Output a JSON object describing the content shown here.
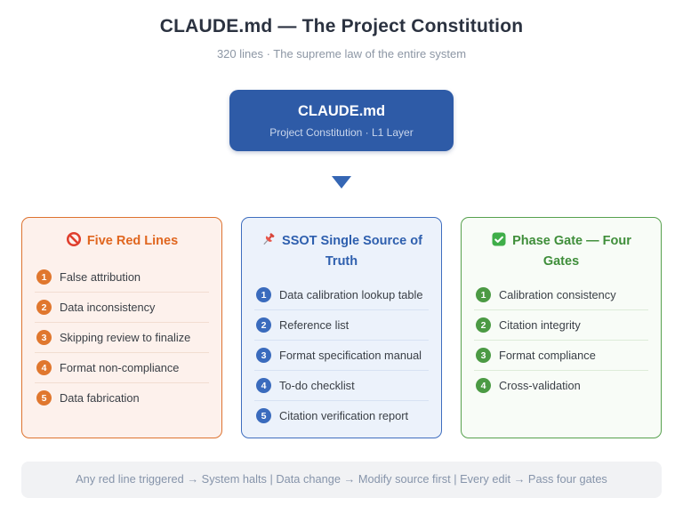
{
  "page": {
    "title": "CLAUDE.md — The Project Constitution",
    "subtitle": "320 lines · The supreme law of the entire system"
  },
  "root_node": {
    "title": "CLAUDE.md",
    "subtitle": "Project Constitution · L1 Layer",
    "color": "#2e5ba7"
  },
  "cards": [
    {
      "icon": "prohibition-icon",
      "title": "Five Red Lines",
      "accent": "#e0661f",
      "items": [
        {
          "n": "1",
          "label": "False attribution"
        },
        {
          "n": "2",
          "label": "Data inconsistency"
        },
        {
          "n": "3",
          "label": "Skipping review to finalize"
        },
        {
          "n": "4",
          "label": "Format non-compliance"
        },
        {
          "n": "5",
          "label": "Data fabrication"
        }
      ]
    },
    {
      "icon": "pushpin-icon",
      "title": "SSOT Single Source of Truth",
      "accent": "#2e5fae",
      "items": [
        {
          "n": "1",
          "label": "Data calibration lookup table"
        },
        {
          "n": "2",
          "label": "Reference list"
        },
        {
          "n": "3",
          "label": "Format specification manual"
        },
        {
          "n": "4",
          "label": "To-do checklist"
        },
        {
          "n": "5",
          "label": "Citation verification report"
        }
      ]
    },
    {
      "icon": "check-icon",
      "title": "Phase Gate — Four Gates",
      "accent": "#3f8e3a",
      "items": [
        {
          "n": "1",
          "label": "Calibration consistency"
        },
        {
          "n": "2",
          "label": "Citation integrity"
        },
        {
          "n": "3",
          "label": "Format compliance"
        },
        {
          "n": "4",
          "label": "Cross-validation"
        }
      ]
    }
  ],
  "footer": {
    "text": "Any red line triggered → System halts | Data change → Modify source first | Every edit → Pass four gates"
  }
}
